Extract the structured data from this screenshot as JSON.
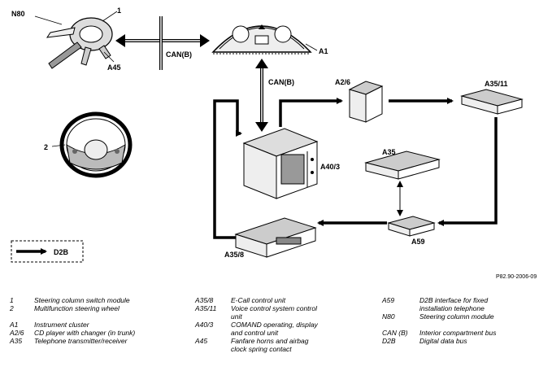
{
  "labels": {
    "n80": "N80",
    "item1": "1",
    "a45": "A45",
    "a1": "A1",
    "can_h": "CAN(B)",
    "can_v": "CAN(B)",
    "item2": "2",
    "a2_6": "A2/6",
    "a35_11": "A35/11",
    "a40_3": "A40/3",
    "a35": "A35",
    "a59": "A59",
    "a35_8": "A35/8",
    "d2b": "D2B",
    "ref": "P82.90-2006-09"
  },
  "legend": {
    "col1": [
      {
        "code": "1",
        "desc": "Steering column switch module"
      },
      {
        "code": "2",
        "desc": "Multifunction steering wheel"
      },
      {
        "code": "",
        "desc": ""
      },
      {
        "code": "A1",
        "desc": "Instrument cluster"
      },
      {
        "code": "A2/6",
        "desc": "CD player with changer (in trunk)"
      },
      {
        "code": "A35",
        "desc": "Telephone transmitter/receiver"
      }
    ],
    "col2": [
      {
        "code": "A35/8",
        "desc": "E-Call control unit"
      },
      {
        "code": "A35/11",
        "desc": "Voice control system control"
      },
      {
        "code": "",
        "desc": "unit"
      },
      {
        "code": "A40/3",
        "desc": "COMAND operating, display"
      },
      {
        "code": "",
        "desc": "and control unit"
      },
      {
        "code": "A45",
        "desc": "Fanfare horns and airbag"
      },
      {
        "code": "",
        "desc": "clock spring contact"
      }
    ],
    "col3": [
      {
        "code": "A59",
        "desc": "D2B interface for fixed"
      },
      {
        "code": "",
        "desc": "installation telephone"
      },
      {
        "code": "N80",
        "desc": "Steering column module"
      },
      {
        "code": "",
        "desc": ""
      },
      {
        "code": "CAN (B)",
        "desc": "Interior compartment bus"
      },
      {
        "code": "D2B",
        "desc": "Digital data bus"
      }
    ]
  }
}
